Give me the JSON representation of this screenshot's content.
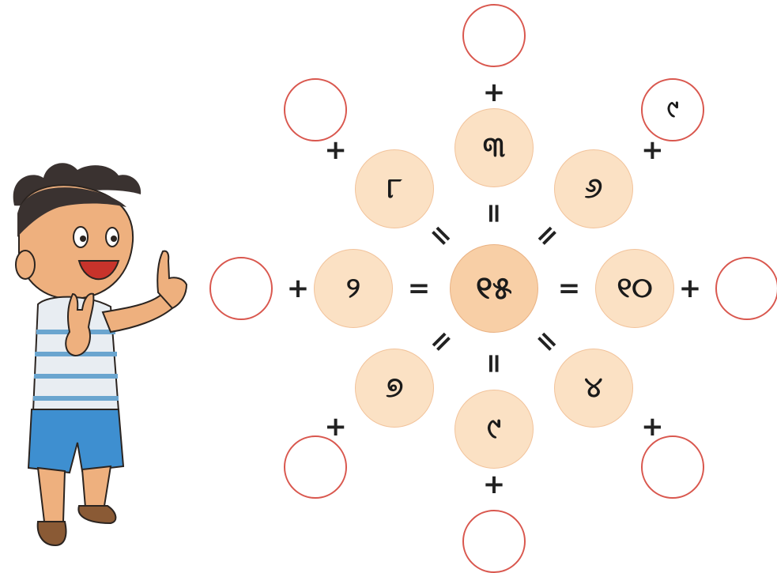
{
  "diagram": {
    "center": "୧୫",
    "inner": [
      {
        "dir": "n",
        "value": "୩"
      },
      {
        "dir": "ne",
        "value": "୬"
      },
      {
        "dir": "e",
        "value": "୧୦"
      },
      {
        "dir": "se",
        "value": "୪"
      },
      {
        "dir": "s",
        "value": "୯"
      },
      {
        "dir": "sw",
        "value": "୭"
      },
      {
        "dir": "w",
        "value": "୨"
      },
      {
        "dir": "nw",
        "value": "୮"
      }
    ],
    "outer": [
      {
        "dir": "n",
        "value": ""
      },
      {
        "dir": "ne",
        "value": "୯"
      },
      {
        "dir": "e",
        "value": ""
      },
      {
        "dir": "se",
        "value": ""
      },
      {
        "dir": "s",
        "value": ""
      },
      {
        "dir": "sw",
        "value": ""
      },
      {
        "dir": "w",
        "value": ""
      },
      {
        "dir": "nw",
        "value": ""
      }
    ],
    "plus_sign": "+",
    "equals_sign": "=",
    "colors": {
      "inner_fill": "#fbe1c4",
      "center_fill": "#f8cfa6",
      "outer_border": "#d9574e"
    }
  },
  "illustration": "boy-pointing"
}
